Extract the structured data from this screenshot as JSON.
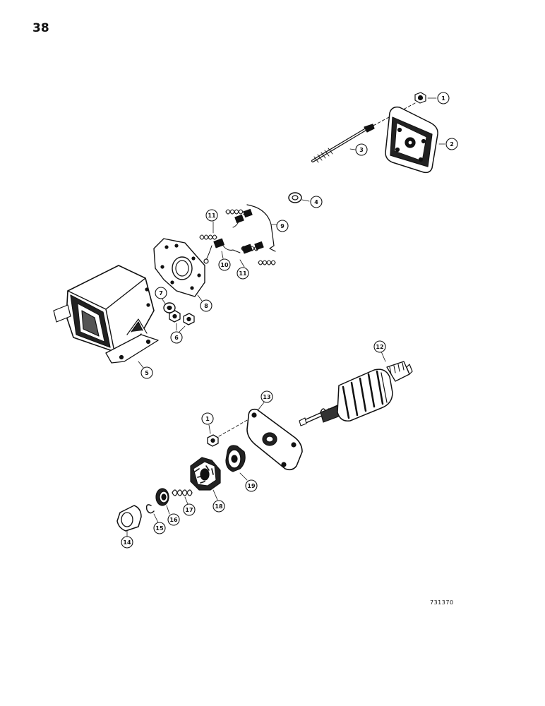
{
  "page": {
    "number": "38",
    "drawing_code": "731370"
  },
  "callouts": [
    {
      "id": "c1a",
      "label": "1"
    },
    {
      "id": "c2",
      "label": "2"
    },
    {
      "id": "c3",
      "label": "3"
    },
    {
      "id": "c4",
      "label": "4"
    },
    {
      "id": "c9",
      "label": "9"
    },
    {
      "id": "c11a",
      "label": "11"
    },
    {
      "id": "c10",
      "label": "10"
    },
    {
      "id": "c11b",
      "label": "11"
    },
    {
      "id": "c8",
      "label": "8"
    },
    {
      "id": "c7",
      "label": "7"
    },
    {
      "id": "c6",
      "label": "6"
    },
    {
      "id": "c5",
      "label": "5"
    },
    {
      "id": "c12",
      "label": "12"
    },
    {
      "id": "c13",
      "label": "13"
    },
    {
      "id": "c1b",
      "label": "1"
    },
    {
      "id": "c19",
      "label": "19"
    },
    {
      "id": "c18",
      "label": "18"
    },
    {
      "id": "c17",
      "label": "17"
    },
    {
      "id": "c16",
      "label": "16"
    },
    {
      "id": "c15",
      "label": "15"
    },
    {
      "id": "c14",
      "label": "14"
    }
  ]
}
